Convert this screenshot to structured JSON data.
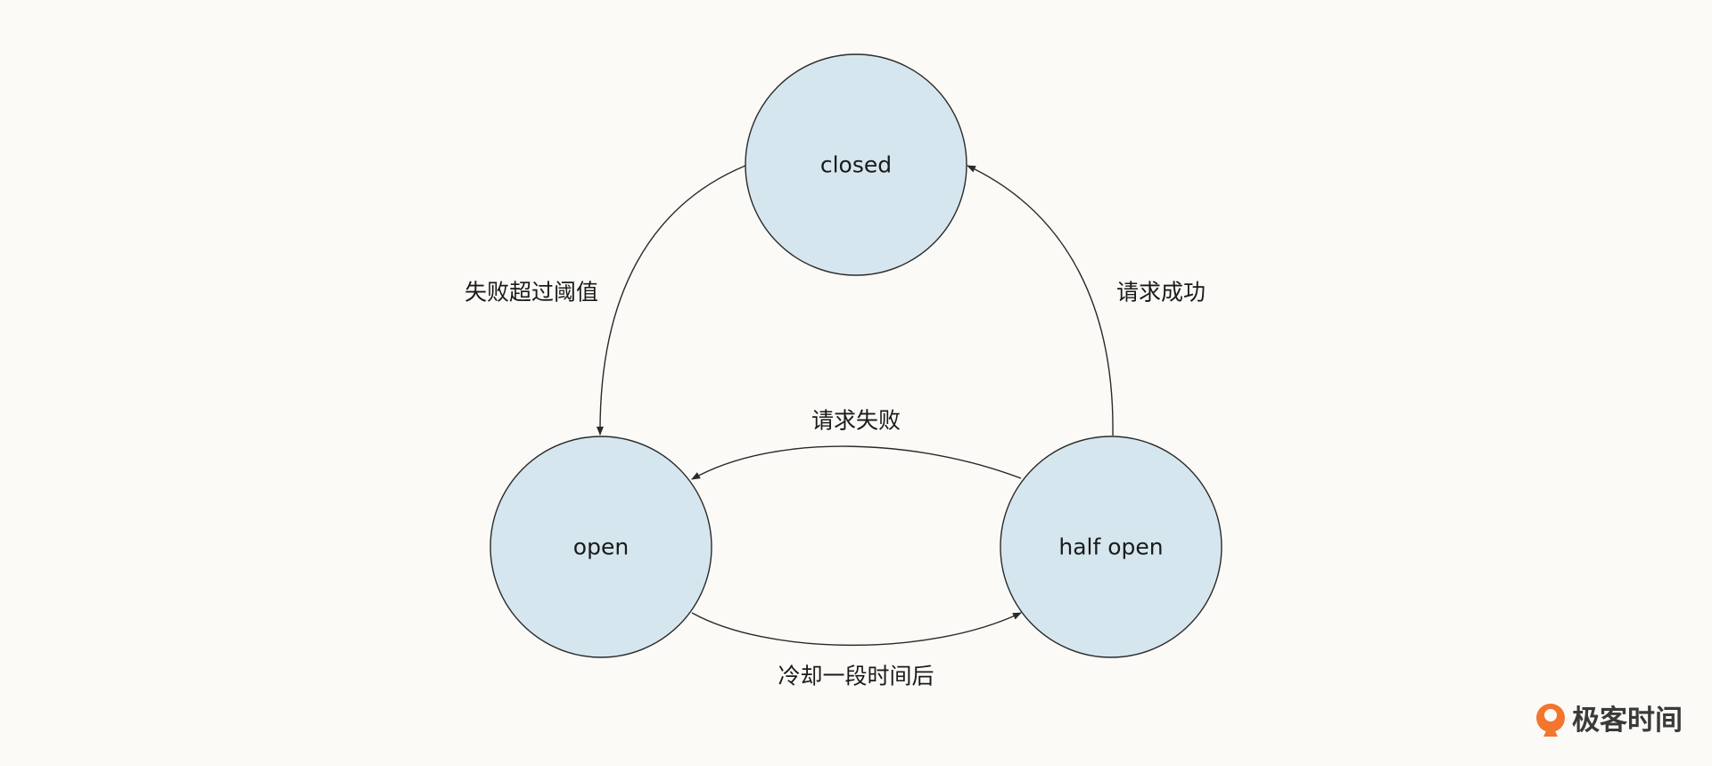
{
  "nodes": {
    "closed": {
      "label": "closed"
    },
    "open": {
      "label": "open"
    },
    "half_open": {
      "label": "half open"
    }
  },
  "edges": {
    "closed_to_open": {
      "label": "失败超过阈值"
    },
    "half_open_to_closed": {
      "label": "请求成功"
    },
    "half_open_to_open": {
      "label": "请求失败"
    },
    "open_to_half_open": {
      "label": "冷却一段时间后"
    }
  },
  "brand": {
    "name": "极客时间",
    "logo_icon": "geektime-logo-icon"
  },
  "colors": {
    "background": "#fbfaf6",
    "node_fill": "#d5e6ee",
    "stroke": "#2a2a2a",
    "brand_accent": "#f2762e",
    "brand_text": "#3a3a3a"
  }
}
